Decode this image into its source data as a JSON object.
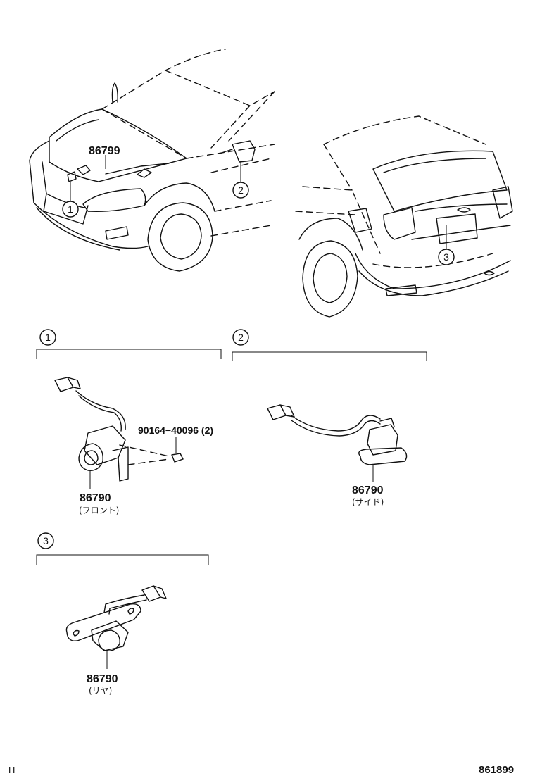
{
  "callouts": [
    "1",
    "2",
    "3"
  ],
  "parts": {
    "washer_nozzle": "86799",
    "camera_front": "86790",
    "camera_front_note": "(フロント)",
    "screw": "90164−40096 (2)",
    "camera_side": "86790",
    "camera_side_note": "(サイド)",
    "camera_rear": "86790",
    "camera_rear_note": "(リヤ)"
  },
  "footer": {
    "left_code": "H",
    "diagram_number": "861899"
  }
}
